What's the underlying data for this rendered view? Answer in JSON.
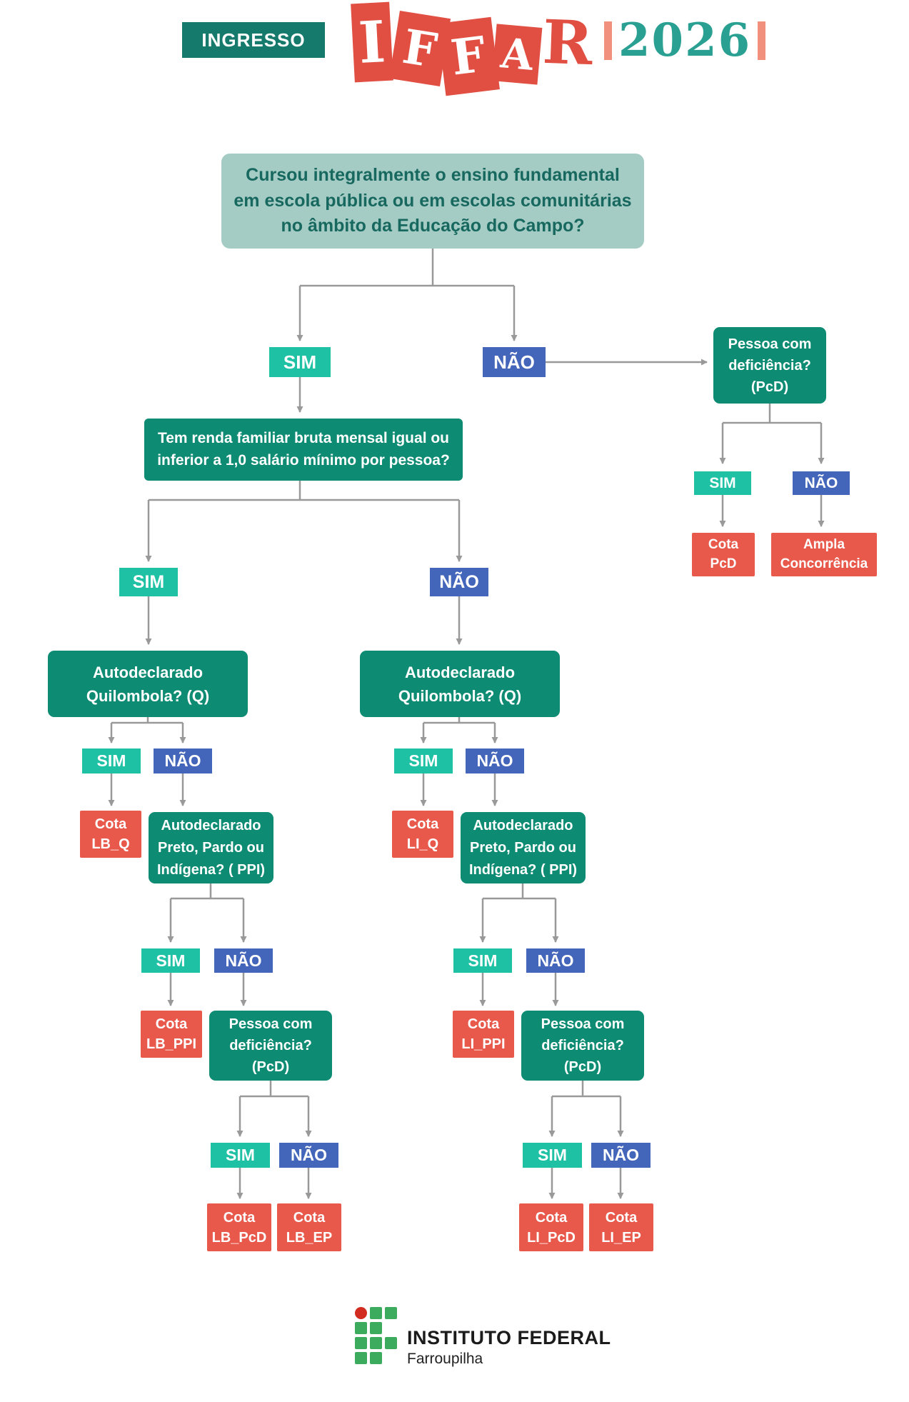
{
  "header": {
    "ingresso": "INGRESSO",
    "logo_letters": [
      "I",
      "F",
      "F",
      "A",
      "R"
    ],
    "year": "2026"
  },
  "labels": {
    "yes": "SIM",
    "no": "NÃO"
  },
  "nodes": {
    "root": {
      "lines": [
        "Cursou integralmente o ensino fundamental",
        "em escola pública ou em escolas comunitárias",
        "no âmbito da Educação do Campo?"
      ]
    },
    "renda": {
      "lines": [
        "Tem renda familiar bruta mensal igual ou",
        "inferior a 1,0 salário mínimo por pessoa?"
      ]
    },
    "quilombola": {
      "lines": [
        "Autodeclarado",
        "Quilombola? (Q)"
      ]
    },
    "ppi": {
      "lines": [
        "Autodeclarado",
        "Preto, Pardo ou",
        "Indígena? ( PPI)"
      ]
    },
    "pcd": {
      "lines": [
        "Pessoa com",
        "deficiência?",
        "(PcD)"
      ]
    }
  },
  "outcomes": {
    "cota_pcd": {
      "lines": [
        "Cota",
        "PcD"
      ]
    },
    "ampla": {
      "lines": [
        "Ampla",
        "Concorrência"
      ]
    },
    "lb_q": {
      "lines": [
        "Cota",
        "LB_Q"
      ]
    },
    "lb_ppi": {
      "lines": [
        "Cota",
        "LB_PPI"
      ]
    },
    "lb_pcd": {
      "lines": [
        "Cota",
        "LB_PcD"
      ]
    },
    "lb_ep": {
      "lines": [
        "Cota",
        "LB_EP"
      ]
    },
    "li_q": {
      "lines": [
        "Cota",
        "LI_Q"
      ]
    },
    "li_ppi": {
      "lines": [
        "Cota",
        "LI_PPI"
      ]
    },
    "li_pcd": {
      "lines": [
        "Cota",
        "LI_PcD"
      ]
    },
    "li_ep": {
      "lines": [
        "Cota",
        "LI_EP"
      ]
    }
  },
  "footer": {
    "institute": "INSTITUTO FEDERAL",
    "campus": "Farroupilha",
    "logo_icon": "if-squares-logo"
  },
  "colors": {
    "green_box": "#0E8B73",
    "light_box_bg": "#A5CBC5",
    "light_box_text": "#17685E",
    "yes_teal": "#1FC1A4",
    "no_blue": "#4365BA",
    "outcome_red": "#E8594B",
    "ingresso_teal": "#15796C",
    "logo_red": "#E14F43",
    "year_teal": "#2AA092",
    "salmon_bar": "#F2907E",
    "arrow_gray": "#999999",
    "if_logo_green": "#3CAB5D",
    "if_logo_red": "#D22B1F"
  }
}
